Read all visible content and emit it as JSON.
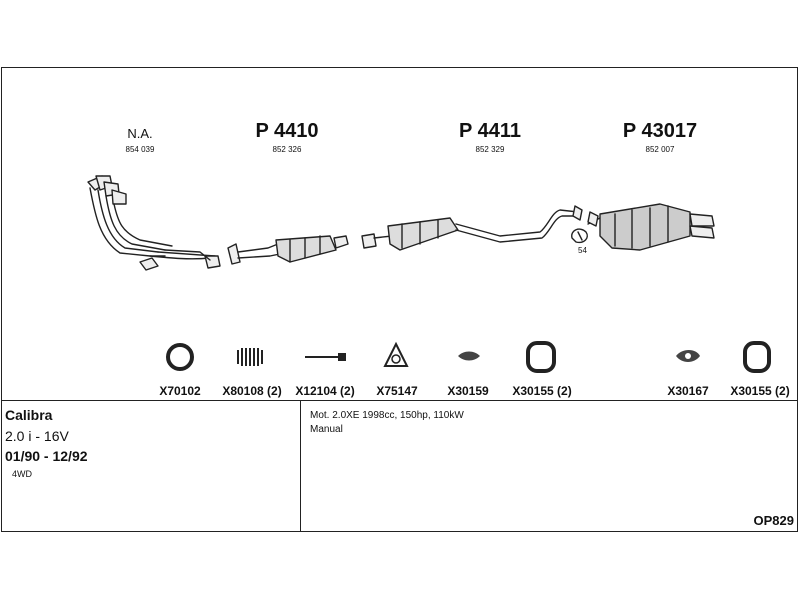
{
  "sections": [
    {
      "label": "N.A.",
      "part_number": "854 039"
    },
    {
      "label": "P 4410",
      "part_number": "852 326"
    },
    {
      "label": "P 4411",
      "part_number": "852 329"
    },
    {
      "label": "P 43017",
      "part_number": "852 007"
    }
  ],
  "clamp_annotation": "54",
  "accessories": [
    {
      "code": "X70102",
      "icon": "ring-gasket-icon"
    },
    {
      "code": "X80108 (2)",
      "icon": "spring-icon"
    },
    {
      "code": "X12104 (2)",
      "icon": "bolt-icon"
    },
    {
      "code": "X75147",
      "icon": "flange-gasket-icon"
    },
    {
      "code": "X30159",
      "icon": "rubber-mount-icon"
    },
    {
      "code": "X30155 (2)",
      "icon": "rubber-ring-icon"
    },
    {
      "code": "X30167",
      "icon": "rubber-mount-icon"
    },
    {
      "code": "X30155 (2)",
      "icon": "rubber-ring-icon"
    }
  ],
  "vehicle": {
    "name": "Calibra",
    "engine": "2.0 i - 16V",
    "years": "01/90 - 12/92",
    "drive": "4WD"
  },
  "details": {
    "motor": "Mot. 2.0XE 1998cc, 150hp, 110kW",
    "transmission": "Manual"
  },
  "catalog_code": "OP829"
}
